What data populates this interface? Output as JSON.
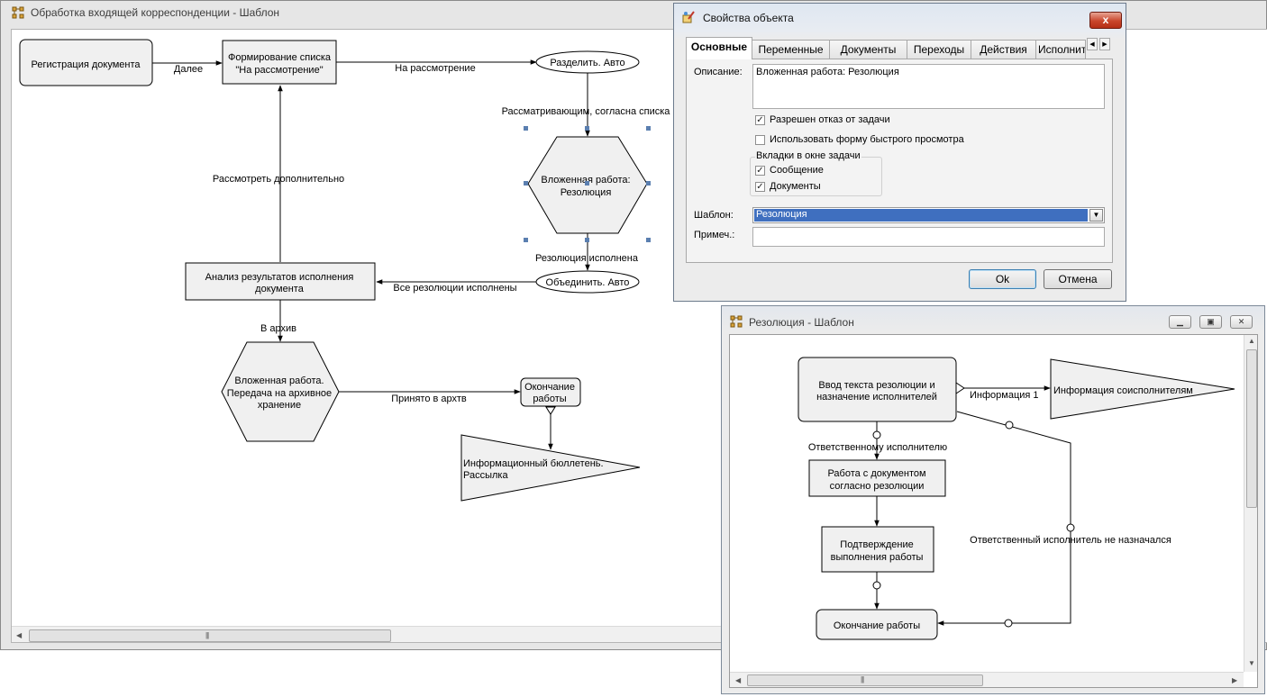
{
  "main_window": {
    "title": "Обработка входящей корреспонденции - Шаблон",
    "nodes": {
      "n1": "Регистрация документа",
      "n2a": "Формирование списка",
      "n2b": "\"На рассмотрение\"",
      "n3": "Разделить. Авто",
      "n4a": "Вложенная работа:",
      "n4b": "Резолюция",
      "n5": "Объединить. Авто",
      "n6a": "Анализ результатов исполнения",
      "n6b": "документа",
      "n7a": "Вложенная работа.",
      "n7b": "Передача на архивное",
      "n7c": "хранение",
      "n8a": "Окончание",
      "n8b": "работы",
      "n9a": "Информационный  бюллетень.",
      "n9b": "Рассылка"
    },
    "edges": {
      "e1": "Далее",
      "e2": "На рассмотрение",
      "e3": "Рассматривающим, согласна списка",
      "e4": "Резолюция исполнена",
      "e5": "Все резолюции исполнены",
      "e6": "Рассмотреть дополнительно",
      "e7": "В архив",
      "e8": "Принято в архтв"
    }
  },
  "properties_dialog": {
    "title": "Свойства объекта",
    "tabs": [
      "Основные",
      "Переменные",
      "Документы",
      "Переходы",
      "Действия",
      "Исполните"
    ],
    "description_label": "Описание:",
    "description_value": "Вложенная работа: Резолюция",
    "allow_refuse_label": "Разрешен отказ от задачи",
    "allow_refuse_checked": true,
    "quick_view_label": "Использовать форму быстрого просмотра",
    "quick_view_checked": false,
    "task_tabs_group": "Вкладки в окне задачи",
    "tab_message_label": "Сообщение",
    "tab_documents_label": "Документы",
    "template_label": "Шаблон:",
    "template_value": "Резолюция",
    "note_label": "Примеч.:",
    "note_value": "",
    "ok_label": "Ok",
    "cancel_label": "Отмена",
    "close_glyph": "x"
  },
  "resolution_window": {
    "title": "Резолюция - Шаблон",
    "nodes": {
      "r1a": "Ввод текста резолюции и",
      "r1b": "назначение исполнителей",
      "r2": "Информация соисполнителям",
      "r3a": "Работа с документом",
      "r3b": "согласно резолюции",
      "r4a": "Подтверждение",
      "r4b": "выполнения работы",
      "r5": "Окончание работы"
    },
    "edges": {
      "re1": "Информация 1",
      "re2": "Ответственному исполнителю",
      "re3": "Ответственный исполнитель не назначался"
    }
  },
  "colors": {
    "node_fill": "#f0f0f0",
    "selection_handle": "#5b7fb0",
    "dropdown_highlight": "#3f6fbf"
  }
}
